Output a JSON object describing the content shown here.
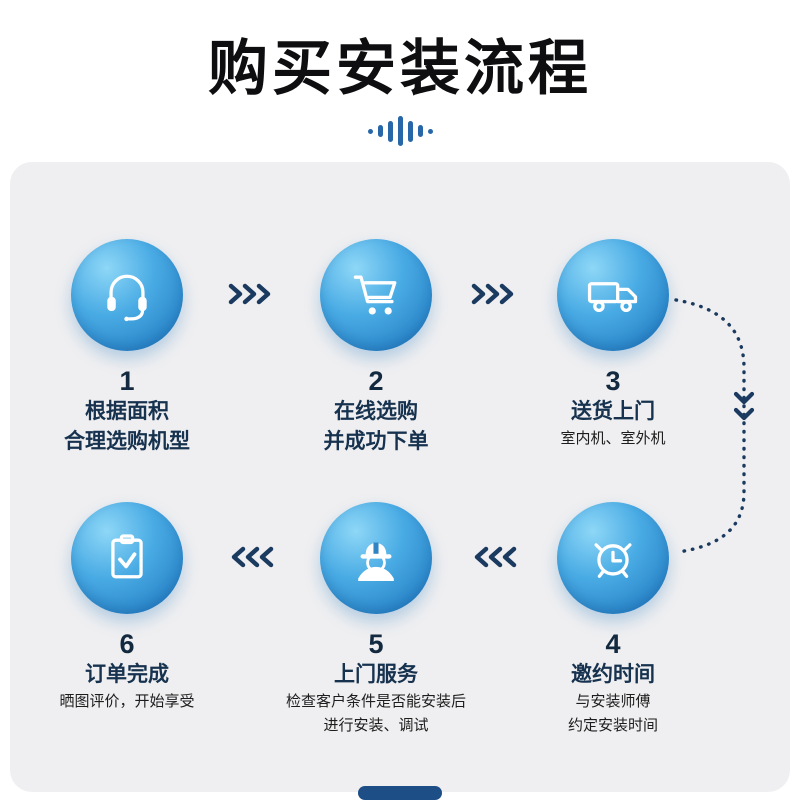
{
  "header": {
    "title": "购买安装流程"
  },
  "flow": {
    "steps": [
      {
        "number": "1",
        "icon": "headset-icon",
        "title_lines": [
          "根据面积",
          "合理选购机型"
        ],
        "subtitle_lines": []
      },
      {
        "number": "2",
        "icon": "cart-icon",
        "title_lines": [
          "在线选购",
          "并成功下单"
        ],
        "subtitle_lines": []
      },
      {
        "number": "3",
        "icon": "truck-icon",
        "title_lines": [
          "送货上门"
        ],
        "subtitle_lines": [
          "室内机、室外机"
        ]
      },
      {
        "number": "4",
        "icon": "alarm-clock-icon",
        "title_lines": [
          "邀约时间"
        ],
        "subtitle_lines": [
          "与安装师傅",
          "约定安装时间"
        ]
      },
      {
        "number": "5",
        "icon": "worker-icon",
        "title_lines": [
          "上门服务"
        ],
        "subtitle_lines": [
          "检查客户条件是否能安装后",
          "进行安装、调试"
        ]
      },
      {
        "number": "6",
        "icon": "clipboard-check-icon",
        "title_lines": [
          "订单完成"
        ],
        "subtitle_lines": [
          "晒图评价，开始享受"
        ]
      }
    ]
  },
  "colors": {
    "accent_navy": "#1b3a5f",
    "circle_blue_light": "#8ed7f7",
    "circle_blue_dark": "#1a72ba",
    "card_bg": "#efeff1",
    "title_text": "#0e0e10"
  }
}
